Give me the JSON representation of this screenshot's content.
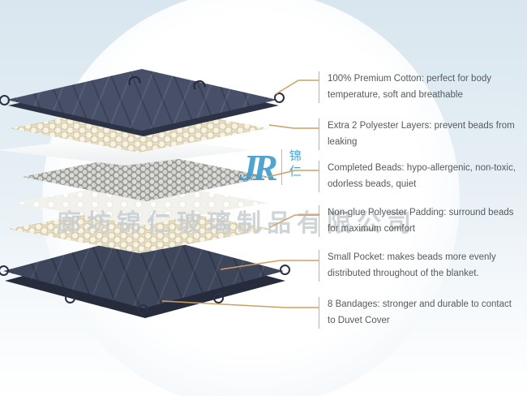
{
  "colors": {
    "leader_line": "#cf9f62",
    "blanket_navy": "#475068",
    "bead_cream": "#e9e0c8",
    "watermark_blue": "#3d9bcc"
  },
  "watermark": {
    "logo_latin": "JR",
    "logo_cn": "锦仁",
    "company": "廊坊锦仁玻璃制品有限公司"
  },
  "callouts": [
    {
      "text": "100% Premium Cotton: perfect for body temperature, soft and breathable"
    },
    {
      "text": "Extra 2 Polyester Layers: prevent beads from leaking"
    },
    {
      "text": "Completed Beads: hypo-allergenic, non-toxic, odorless beads, quiet"
    },
    {
      "text": "Non-glue Polyester Padding: surround beads for maximum comfort"
    },
    {
      "text": "Small Pocket: makes beads more evenly distributed throughout of the blanket."
    },
    {
      "text": "8 Bandages: stronger and durable to contact to Duvet Cover"
    }
  ]
}
